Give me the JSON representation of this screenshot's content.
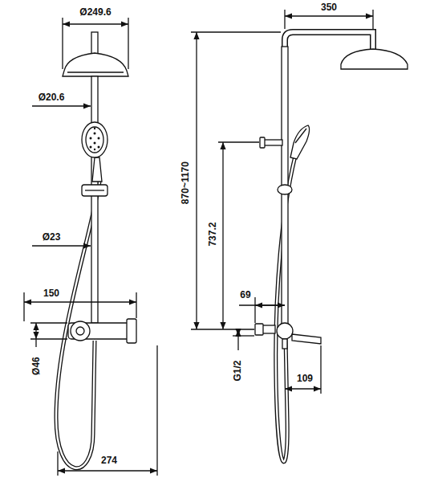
{
  "diagram": {
    "labels": [
      "Ø249.6",
      "Ø20.6",
      "Ø23",
      "150",
      "Ø46",
      "274",
      "350",
      "870~1170",
      "737.2",
      "69",
      "G1/2",
      "109"
    ]
  }
}
